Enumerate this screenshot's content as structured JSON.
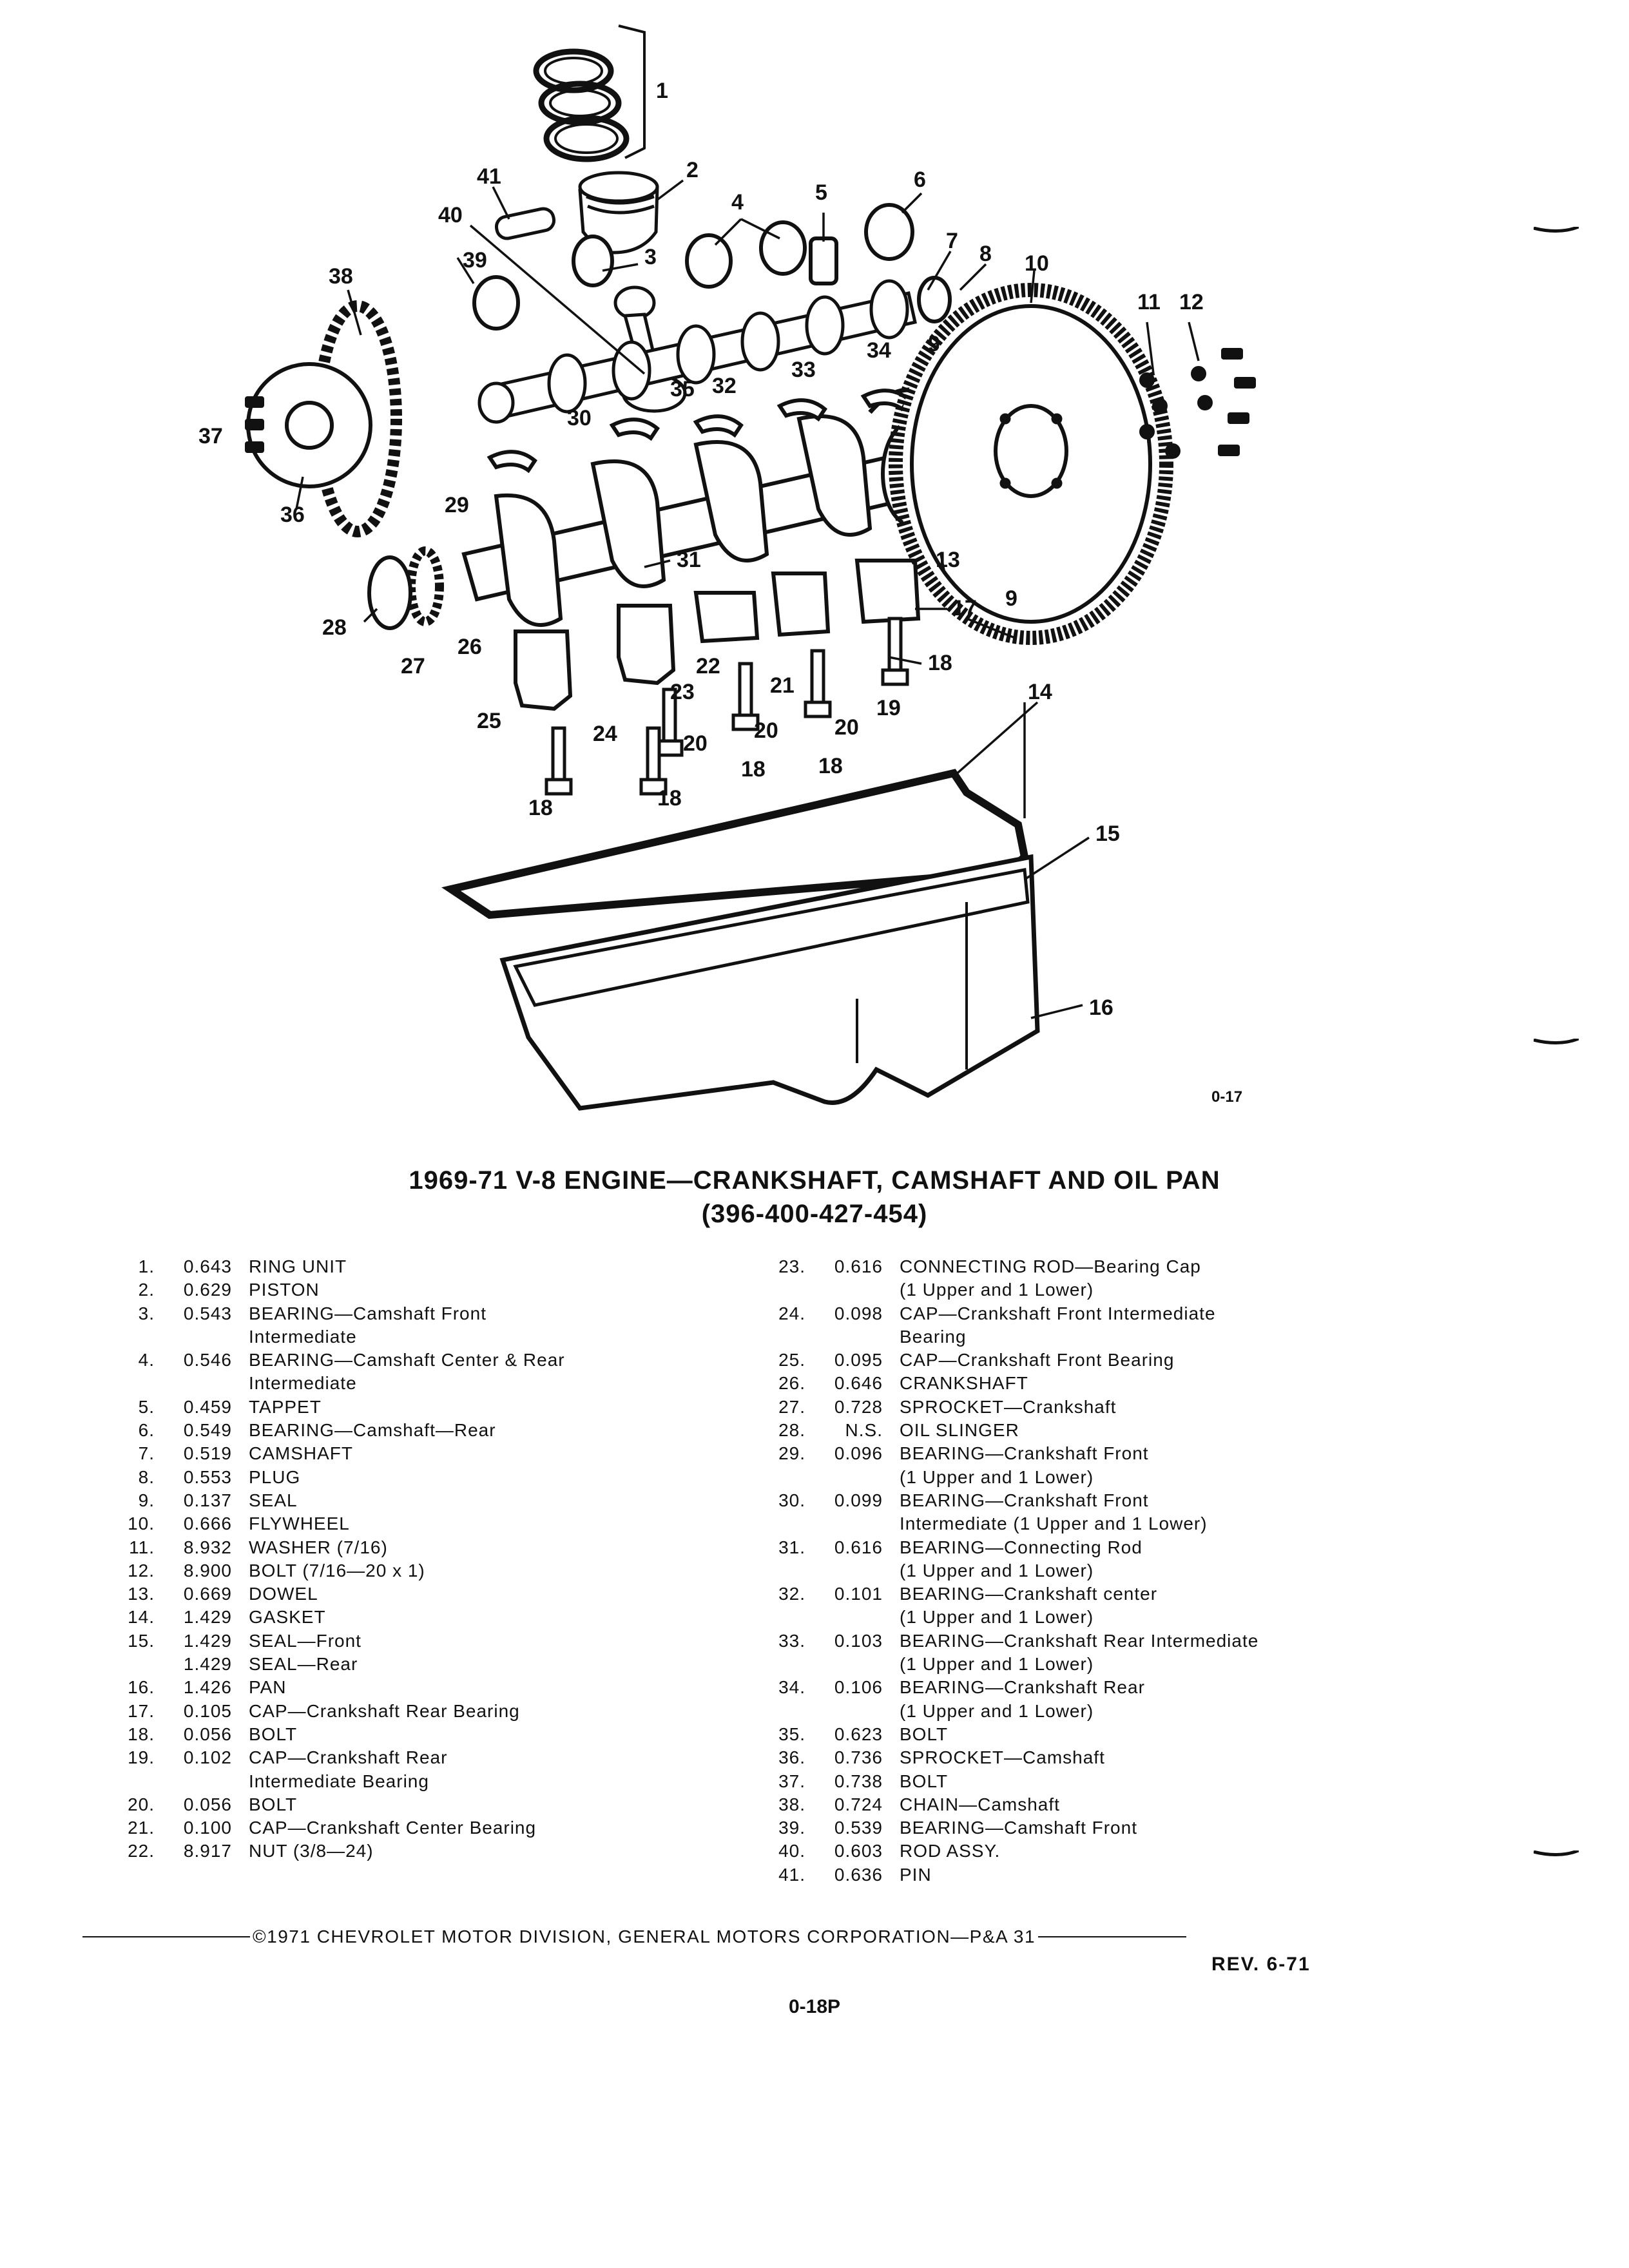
{
  "diagram": {
    "figure_code": "0-17",
    "callouts": [
      "1",
      "2",
      "3",
      "4",
      "5",
      "6",
      "7",
      "8",
      "9",
      "9",
      "10",
      "11",
      "12",
      "13",
      "14",
      "15",
      "16",
      "17",
      "18",
      "18",
      "18",
      "18",
      "18",
      "19",
      "20",
      "20",
      "20",
      "21",
      "22",
      "23",
      "24",
      "25",
      "26",
      "27",
      "28",
      "29",
      "30",
      "31",
      "32",
      "33",
      "34",
      "35",
      "36",
      "37",
      "38",
      "39",
      "40",
      "41"
    ]
  },
  "heading": {
    "title": "1969-71 V-8 ENGINE—CRANKSHAFT, CAMSHAFT AND OIL PAN",
    "subtitle": "(396-400-427-454)"
  },
  "parts_left": [
    {
      "num": "1.",
      "val": "0.643",
      "lines": [
        "RING UNIT"
      ]
    },
    {
      "num": "2.",
      "val": "0.629",
      "lines": [
        "PISTON"
      ]
    },
    {
      "num": "3.",
      "val": "0.543",
      "lines": [
        "BEARING—Camshaft Front",
        "Intermediate"
      ]
    },
    {
      "num": "4.",
      "val": "0.546",
      "lines": [
        "BEARING—Camshaft Center & Rear",
        "Intermediate"
      ]
    },
    {
      "num": "5.",
      "val": "0.459",
      "lines": [
        "TAPPET"
      ]
    },
    {
      "num": "6.",
      "val": "0.549",
      "lines": [
        "BEARING—Camshaft—Rear"
      ]
    },
    {
      "num": "7.",
      "val": "0.519",
      "lines": [
        "CAMSHAFT"
      ]
    },
    {
      "num": "8.",
      "val": "0.553",
      "lines": [
        "PLUG"
      ]
    },
    {
      "num": "9.",
      "val": "0.137",
      "lines": [
        "SEAL"
      ]
    },
    {
      "num": "10.",
      "val": "0.666",
      "lines": [
        "FLYWHEEL"
      ]
    },
    {
      "num": "11.",
      "val": "8.932",
      "lines": [
        "WASHER (7/16)"
      ]
    },
    {
      "num": "12.",
      "val": "8.900",
      "lines": [
        "BOLT (7/16—20 x 1)"
      ]
    },
    {
      "num": "13.",
      "val": "0.669",
      "lines": [
        "DOWEL"
      ]
    },
    {
      "num": "14.",
      "val": "1.429",
      "lines": [
        "GASKET"
      ]
    },
    {
      "num": "15.",
      "val": "1.429",
      "lines": [
        "SEAL—Front"
      ]
    },
    {
      "num": "",
      "val": "1.429",
      "lines": [
        "SEAL—Rear"
      ]
    },
    {
      "num": "16.",
      "val": "1.426",
      "lines": [
        "PAN"
      ]
    },
    {
      "num": "17.",
      "val": "0.105",
      "lines": [
        "CAP—Crankshaft Rear Bearing"
      ]
    },
    {
      "num": "18.",
      "val": "0.056",
      "lines": [
        "BOLT"
      ]
    },
    {
      "num": "19.",
      "val": "0.102",
      "lines": [
        "CAP—Crankshaft Rear",
        "Intermediate Bearing"
      ]
    },
    {
      "num": "20.",
      "val": "0.056",
      "lines": [
        "BOLT"
      ]
    },
    {
      "num": "21.",
      "val": "0.100",
      "lines": [
        "CAP—Crankshaft Center Bearing"
      ]
    },
    {
      "num": "22.",
      "val": "8.917",
      "lines": [
        "NUT (3/8—24)"
      ]
    }
  ],
  "parts_right": [
    {
      "num": "23.",
      "val": "0.616",
      "lines": [
        "CONNECTING ROD—Bearing Cap",
        "(1 Upper and 1 Lower)"
      ]
    },
    {
      "num": "24.",
      "val": "0.098",
      "lines": [
        "CAP—Crankshaft Front Intermediate",
        "Bearing"
      ]
    },
    {
      "num": "25.",
      "val": "0.095",
      "lines": [
        "CAP—Crankshaft Front Bearing"
      ]
    },
    {
      "num": "26.",
      "val": "0.646",
      "lines": [
        "CRANKSHAFT"
      ]
    },
    {
      "num": "27.",
      "val": "0.728",
      "lines": [
        "SPROCKET—Crankshaft"
      ]
    },
    {
      "num": "28.",
      "val": "N.S.",
      "lines": [
        "OIL SLINGER"
      ]
    },
    {
      "num": "29.",
      "val": "0.096",
      "lines": [
        "BEARING—Crankshaft Front",
        "(1 Upper and 1 Lower)"
      ]
    },
    {
      "num": "30.",
      "val": "0.099",
      "lines": [
        "BEARING—Crankshaft Front",
        "Intermediate (1 Upper and 1 Lower)"
      ]
    },
    {
      "num": "31.",
      "val": "0.616",
      "lines": [
        "BEARING—Connecting Rod",
        "(1 Upper and 1 Lower)"
      ]
    },
    {
      "num": "32.",
      "val": "0.101",
      "lines": [
        "BEARING—Crankshaft center",
        "(1 Upper and 1 Lower)"
      ]
    },
    {
      "num": "33.",
      "val": "0.103",
      "lines": [
        "BEARING—Crankshaft Rear Intermediate",
        "(1 Upper and 1 Lower)"
      ]
    },
    {
      "num": "34.",
      "val": "0.106",
      "lines": [
        "BEARING—Crankshaft Rear",
        "(1 Upper and 1 Lower)"
      ]
    },
    {
      "num": "35.",
      "val": "0.623",
      "lines": [
        "BOLT"
      ]
    },
    {
      "num": "36.",
      "val": "0.736",
      "lines": [
        "SPROCKET—Camshaft"
      ]
    },
    {
      "num": "37.",
      "val": "0.738",
      "lines": [
        "BOLT"
      ]
    },
    {
      "num": "38.",
      "val": "0.724",
      "lines": [
        "CHAIN—Camshaft"
      ]
    },
    {
      "num": "39.",
      "val": "0.539",
      "lines": [
        "BEARING—Camshaft Front"
      ]
    },
    {
      "num": "40.",
      "val": "0.603",
      "lines": [
        "ROD ASSY."
      ]
    },
    {
      "num": "41.",
      "val": "0.636",
      "lines": [
        "PIN"
      ]
    }
  ],
  "footer": {
    "copyright": "©1971 CHEVROLET MOTOR DIVISION, GENERAL MOTORS CORPORATION—P&A 31",
    "revision": "REV. 6-71",
    "page": "0-18P"
  }
}
